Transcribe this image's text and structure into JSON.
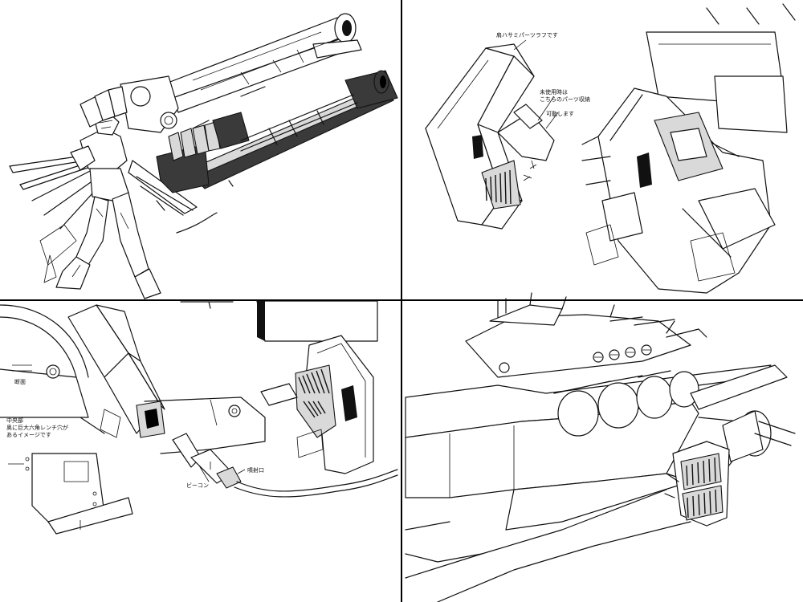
{
  "panels": {
    "top_left": {
      "labels": []
    },
    "top_right": {
      "title_note": "肩ハサミパーツラフです",
      "storage_note_line1": "未使用時は",
      "storage_note_line2": "こちらのパーツ収納",
      "movable_note": "可動します"
    },
    "bottom_left": {
      "cross_section_label": "断面",
      "center_note_line1": "中央部",
      "center_note_line2": "奥に巨大六角レンチ穴が",
      "center_note_line3": "あるイメージです",
      "emitter_label": "噴射口",
      "beacon_label": "ビーコン"
    },
    "bottom_right": {
      "labels": []
    }
  },
  "colors": {
    "line": "#111111",
    "panel_border": "#000000",
    "dark_part": "#3a3a3a",
    "light_fill": "#d9d9d9",
    "background": "#ffffff"
  }
}
